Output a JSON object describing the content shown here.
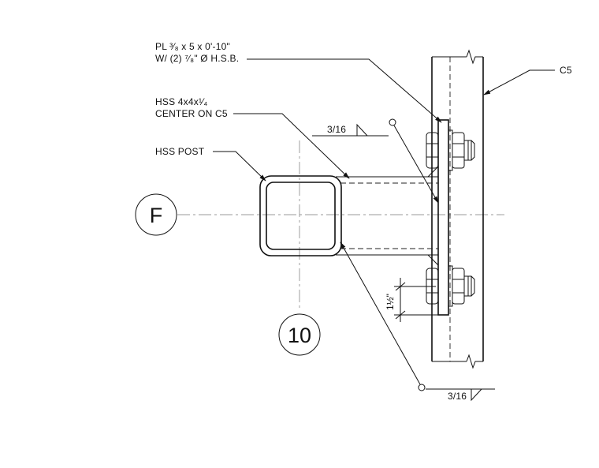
{
  "notes": {
    "plate_line1": "PL ³⁄₈ x 5 x 0'-10\"",
    "plate_line2": "W/ (2) ⁷⁄₈\" Ø H.S.B.",
    "c5": "C5",
    "hss_line1": "HSS 4x4x¹⁄₄",
    "hss_line2": "CENTER ON C5",
    "post": "HSS POST"
  },
  "welds": {
    "top": "3/16",
    "bottom": "3/16"
  },
  "gridlines": {
    "row": "F",
    "column": "10"
  },
  "dimensions": {
    "bolt_edge": "1½\""
  }
}
